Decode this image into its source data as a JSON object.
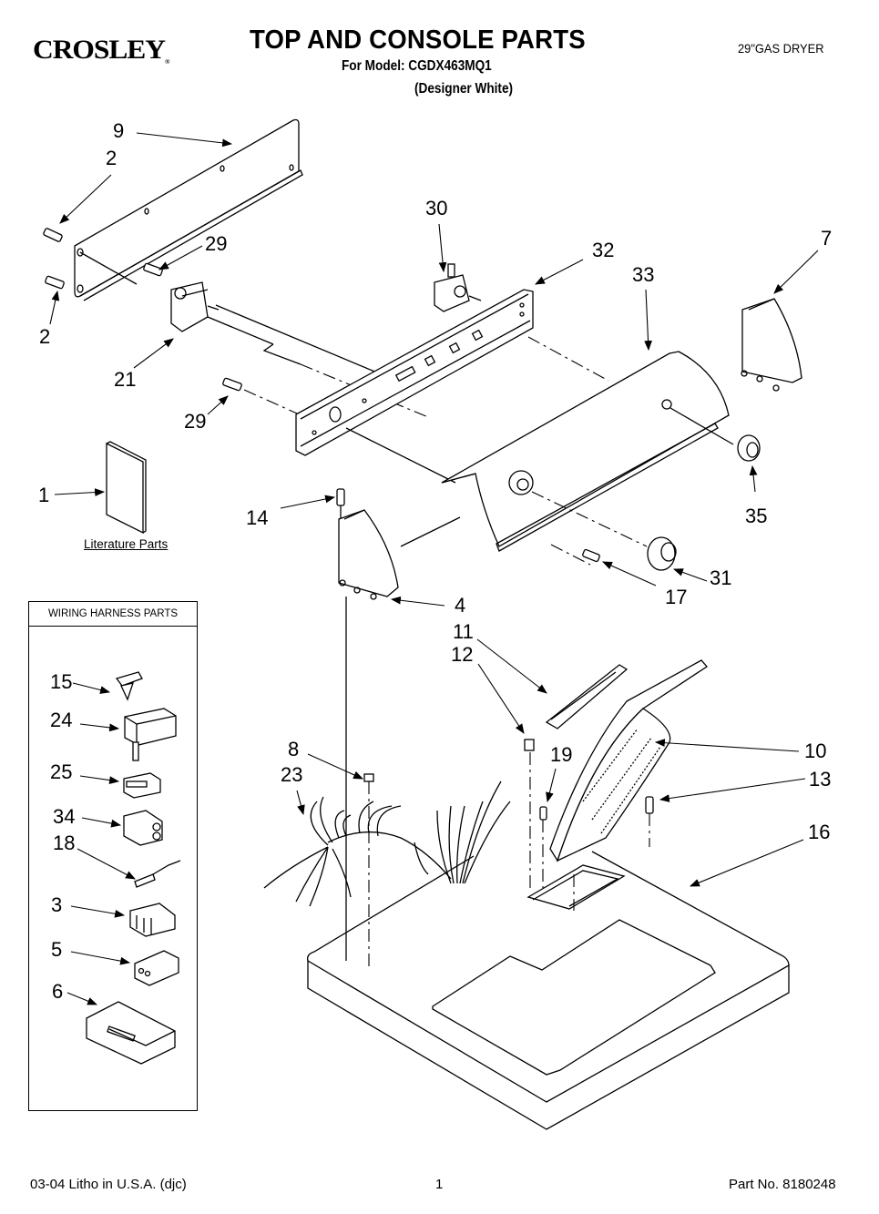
{
  "header": {
    "brand": "CROSLEY",
    "title": "TOP AND CONSOLE PARTS",
    "model_line": "For Model: CGDX463MQ1",
    "variant": "(Designer White)",
    "product": "29\"GAS DRYER"
  },
  "footer": {
    "print_info": "03-04 Litho in U.S.A. (djc)",
    "page_number": "1",
    "part_number": "Part No. 8180248"
  },
  "literature": {
    "label": "Literature Parts"
  },
  "wiring_harness_box": {
    "title": "WIRING HARNESS PARTS",
    "items": [
      "15",
      "24",
      "25",
      "34",
      "18",
      "3",
      "5",
      "6"
    ]
  },
  "callouts": {
    "c9": "9",
    "c2a": "2",
    "c2b": "2",
    "c29a": "29",
    "c29b": "29",
    "c21": "21",
    "c30": "30",
    "c32": "32",
    "c33": "33",
    "c7": "7",
    "c35": "35",
    "c31": "31",
    "c17": "17",
    "c1": "1",
    "c14": "14",
    "c4": "4",
    "c11": "11",
    "c12": "12",
    "c10": "10",
    "c13": "13",
    "c19": "19",
    "c8": "8",
    "c23": "23",
    "c16": "16",
    "h15": "15",
    "h24": "24",
    "h25": "25",
    "h34": "34",
    "h18": "18",
    "h3": "3",
    "h5": "5",
    "h6": "6"
  }
}
